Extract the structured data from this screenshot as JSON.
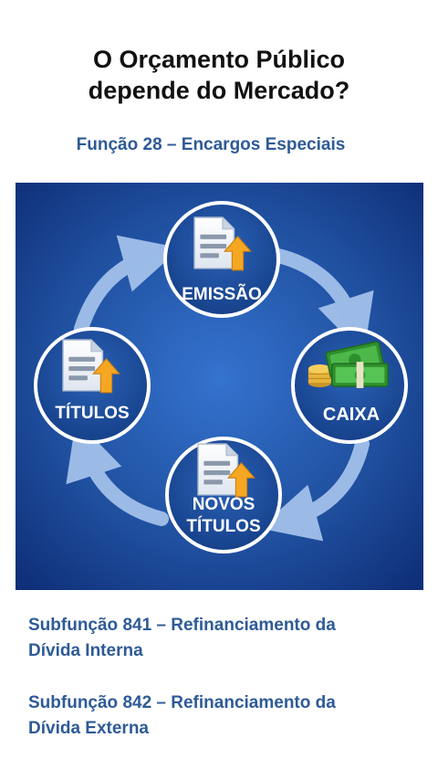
{
  "title": {
    "line1": "O Orçamento Público",
    "line2": "depende do Mercado?"
  },
  "subtitle": "Função 28 – Encargos Especiais",
  "diagram": {
    "nodes": [
      {
        "id": "emissao",
        "label_lines": [
          "EMISSÃO"
        ],
        "icon": "document-upload-icon"
      },
      {
        "id": "caixa",
        "label_lines": [
          "CAIXA"
        ],
        "icon": "money-stack-icon"
      },
      {
        "id": "novos_titulos",
        "label_lines": [
          "NOVOS",
          "TÍTULOS"
        ],
        "icon": "document-upload-icon"
      },
      {
        "id": "titulos",
        "label_lines": [
          "TÍTULOS"
        ],
        "icon": "document-upload-icon"
      }
    ],
    "flow": "clockwise",
    "colors": {
      "background_center": "#2f6cc8",
      "background_edge": "#0f2f78",
      "node_fill": "#1e4f9c",
      "node_border": "#ffffff",
      "arrow": "#a9c6ee",
      "upload_arrow": "#f5a623",
      "money": "#3fa83a",
      "coin": "#e6b53a"
    }
  },
  "footer": {
    "item1": {
      "line1": "Subfunção 841 – Refinanciamento da",
      "line2": "Dívida Interna"
    },
    "item2": {
      "line1": "Subfunção 842 – Refinanciamento da",
      "line2": "Dívida Externa"
    }
  }
}
